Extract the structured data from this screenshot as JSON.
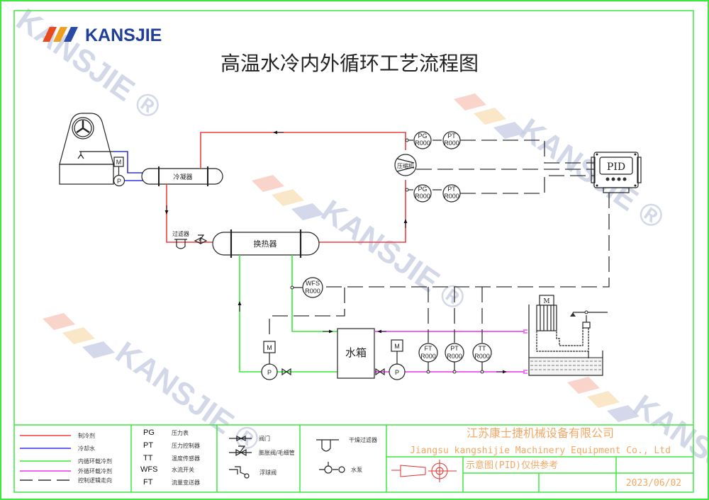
{
  "brand": {
    "logo_text": "KANSJIE",
    "stripe_colors": [
      "#e84a1f",
      "#f0a020",
      "#2a4aa8"
    ],
    "text_color": "#1f3f9a"
  },
  "title": "高温水冷内外循环工艺流程图",
  "watermark": {
    "text": "KANSJIE",
    "registered": "®"
  },
  "equipment": {
    "condenser": "冷凝器",
    "heat_exchanger": "换热器",
    "filter": "过滤器",
    "compressor": "压缩机",
    "water_tank": "水箱",
    "controller": "PID",
    "motor": "M",
    "pump": "P"
  },
  "instruments": {
    "top_upper": [
      {
        "tag": "PG",
        "value": "R000"
      },
      {
        "tag": "PT",
        "value": "R000"
      }
    ],
    "top_lower": [
      {
        "tag": "PG",
        "value": "R000"
      },
      {
        "tag": "PT",
        "value": "R000"
      }
    ],
    "wfs": {
      "tag": "WFS",
      "value": "R000"
    },
    "outer_loop": [
      {
        "tag": "FT",
        "value": "R000"
      },
      {
        "tag": "PT",
        "value": "R000"
      },
      {
        "tag": "TT",
        "value": "R000"
      }
    ]
  },
  "legend": {
    "lines": [
      {
        "label": "制冷剂",
        "color": "#f04040",
        "style": "solid"
      },
      {
        "label": "冷却水",
        "color": "#3030ee",
        "style": "solid"
      },
      {
        "label": "内循环载冷剂",
        "color": "#30ee30",
        "style": "solid"
      },
      {
        "label": "外循环载冷剂",
        "color": "#ee30ee",
        "style": "solid"
      },
      {
        "label": "控制逻辑走向",
        "color": "#333333",
        "style": "dashed"
      }
    ],
    "abbreviations": [
      {
        "abbr": "PG",
        "desc": "压力表"
      },
      {
        "abbr": "PT",
        "desc": "压力控制器"
      },
      {
        "abbr": "TT",
        "desc": "温度传感器"
      },
      {
        "abbr": "WFS",
        "desc": "水流开关"
      },
      {
        "abbr": "FT",
        "desc": "流量变送器"
      }
    ],
    "symbols_a": [
      {
        "label": "阀门"
      },
      {
        "label": "膨胀阀/毛细管"
      },
      {
        "label": "浮球阀"
      }
    ],
    "symbols_b": [
      {
        "label": "干燥过滤器"
      },
      {
        "label": "水泵"
      }
    ]
  },
  "title_block": {
    "company_cn": "江苏康士捷机械设备有限公司",
    "company_en": "Jiangsu kangshijie Machinery Equipment Co., Ltd",
    "note": "示意图(PID)仅供参考",
    "date": "2023/06/02",
    "text_color": "#f2a865"
  }
}
